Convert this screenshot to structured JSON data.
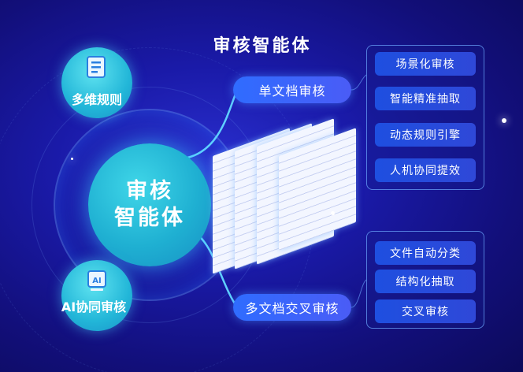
{
  "title": "审核智能体",
  "core": {
    "line1": "审核",
    "line2": "智能体"
  },
  "bubbles": [
    {
      "label": "多维规则",
      "icon": "document-icon"
    },
    {
      "label": "AI协同审核",
      "icon": "ai-chip-icon"
    }
  ],
  "single_doc": {
    "label": "单文档审核",
    "features": [
      "场景化审核",
      "智能精准抽取",
      "动态规则引擎",
      "人机协同提效"
    ]
  },
  "multi_doc": {
    "label": "多文档交叉审核",
    "features": [
      "文件自动分类",
      "结构化抽取",
      "交叉审核"
    ]
  },
  "colors": {
    "accent": "#2f6cff",
    "core": "#1fb0d2",
    "background": "#1a1aa8"
  }
}
